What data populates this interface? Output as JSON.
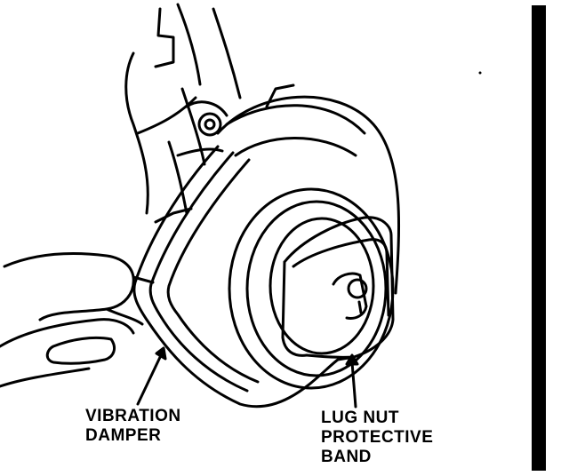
{
  "labels": {
    "vibration_damper": {
      "line1": "VIBRATION",
      "line2": "DAMPER"
    },
    "lug_nut_band": {
      "line1": "LUG NUT",
      "line2": "PROTECTIVE",
      "line3": "BAND"
    }
  },
  "colors": {
    "ink": "#000000",
    "paper": "#ffffff"
  }
}
